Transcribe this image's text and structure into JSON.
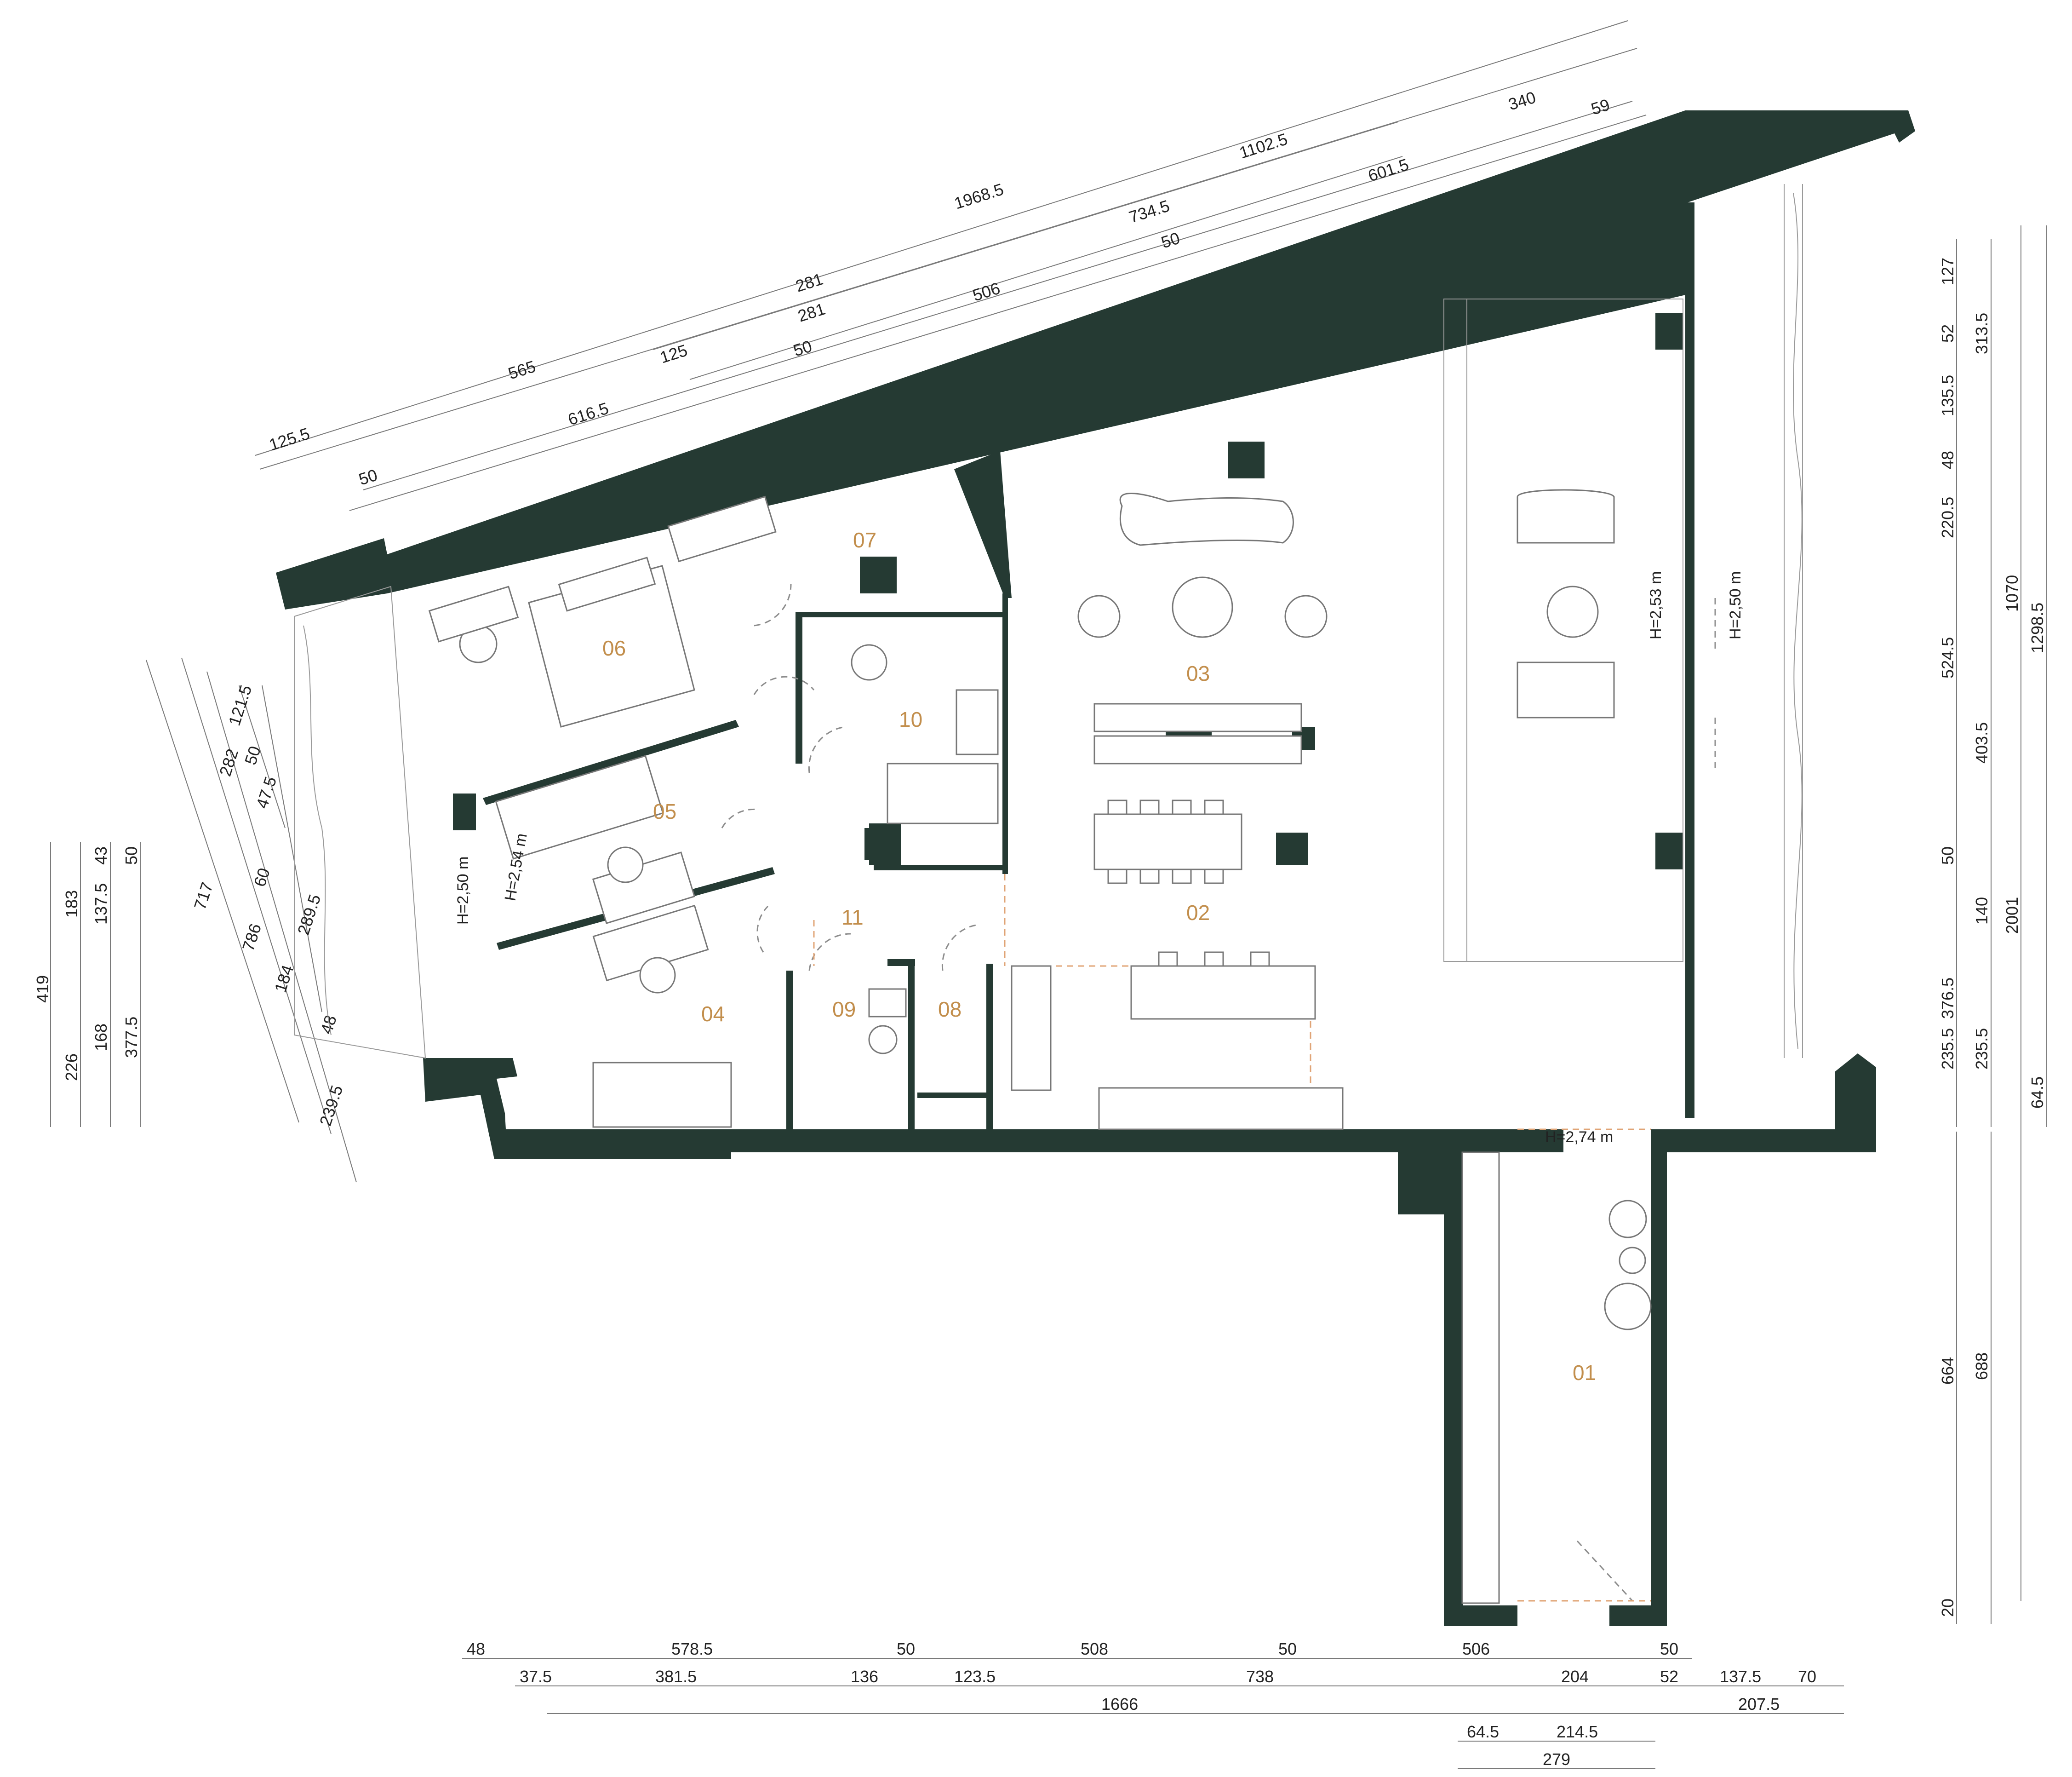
{
  "rooms": [
    "01",
    "02",
    "03",
    "04",
    "05",
    "06",
    "07",
    "08",
    "09",
    "10",
    "11"
  ],
  "heights": {
    "h1": "H=2,53 m",
    "h2": "H=2,50 m",
    "h3": "H=2,50 m",
    "h4": "H=2,54 m",
    "h5": "H=2,74 m"
  },
  "dims_top": {
    "a1": "1968.5",
    "a2": "1102.5",
    "a3": "340",
    "a4": "59",
    "a5": "281",
    "a6": "734.5",
    "a7": "601.5",
    "a8": "281",
    "a9": "50",
    "a10": "125",
    "a11": "565",
    "a12": "506",
    "a13": "125.5",
    "a14": "50",
    "a15": "616.5",
    "a16": "50"
  },
  "dims_left": {
    "l1": "717",
    "l2": "282",
    "l3": "786",
    "l4": "60",
    "l5": "121.5",
    "l6": "47.5",
    "l7": "50",
    "l8": "289.5",
    "l9": "184",
    "l10": "48",
    "l11": "239.5",
    "l12": "419",
    "l13": "183",
    "l14": "43",
    "l15": "50",
    "l16": "137.5",
    "l17": "226",
    "l18": "168",
    "l19": "377.5"
  },
  "dims_right": {
    "r1": "127",
    "r2": "52",
    "r3": "313.5",
    "r4": "135.5",
    "r5": "48",
    "r6": "220.5",
    "r7": "1070",
    "r8": "1298.5",
    "r9": "524.5",
    "r10": "403.5",
    "r11": "50",
    "r12": "140",
    "r13": "2001",
    "r14": "376.5",
    "r15": "235.5",
    "r16": "235.5",
    "r17": "64.5",
    "r18": "664",
    "r19": "688",
    "r20": "20"
  },
  "dims_bottom": {
    "b1": "48",
    "b2": "578.5",
    "b3": "50",
    "b4": "508",
    "b5": "50",
    "b6": "506",
    "b7": "50",
    "b8": "37.5",
    "b9": "381.5",
    "b10": "136",
    "b11": "123.5",
    "b12": "738",
    "b13": "204",
    "b14": "52",
    "b15": "137.5",
    "b16": "70",
    "b17": "1666",
    "b18": "207.5",
    "b19": "64.5",
    "b20": "214.5",
    "b21": "279"
  },
  "colors": {
    "wall": "#253a33",
    "room_label": "#c28e4c",
    "door_dash": "#e0a476"
  }
}
